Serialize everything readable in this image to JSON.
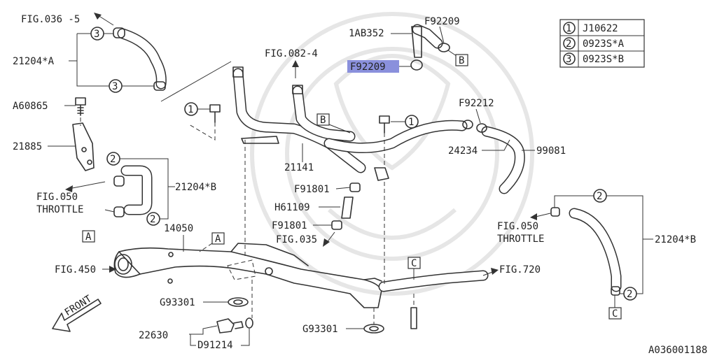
{
  "legend": [
    {
      "num": "1",
      "code": "J10622"
    },
    {
      "num": "2",
      "code": "0923S*A"
    },
    {
      "num": "3",
      "code": "0923S*B"
    }
  ],
  "labels": {
    "fig036": "FIG.036 -5",
    "hose21204a": "21204*A",
    "a60865": "A60865",
    "b21885": "21885",
    "fig050_left": "FIG.050",
    "throttle_left": "THROTTLE",
    "hose21204b_left": "21204*B",
    "fig082": "FIG.082-4",
    "p1ab352": "1AB352",
    "f92209_top": "F92209",
    "f92209_hl": "F92209",
    "f92212": "F92212",
    "p24234": "24234",
    "p99081": "99081",
    "p21141": "21141",
    "f91801_a": "F91801",
    "h61109": "H61109",
    "f91801_b": "F91801",
    "fig035": "FIG.035",
    "p14050": "14050",
    "fig450": "FIG.450",
    "fig720": "FIG.720",
    "fig050_right": "FIG.050",
    "throttle_right": "THROTTLE",
    "hose21204b_right": "21204*B",
    "g93301_a": "G93301",
    "g93301_b": "G93301",
    "p22630": "22630",
    "d91214": "D91214",
    "front": "FRONT",
    "diagram_id": "A036001188"
  },
  "circled": {
    "one": "1",
    "two": "2",
    "three": "3"
  },
  "boxes": {
    "a": "A",
    "b": "B",
    "c": "C"
  },
  "colors": {
    "highlight": "#8a90dc",
    "line": "#333333"
  }
}
